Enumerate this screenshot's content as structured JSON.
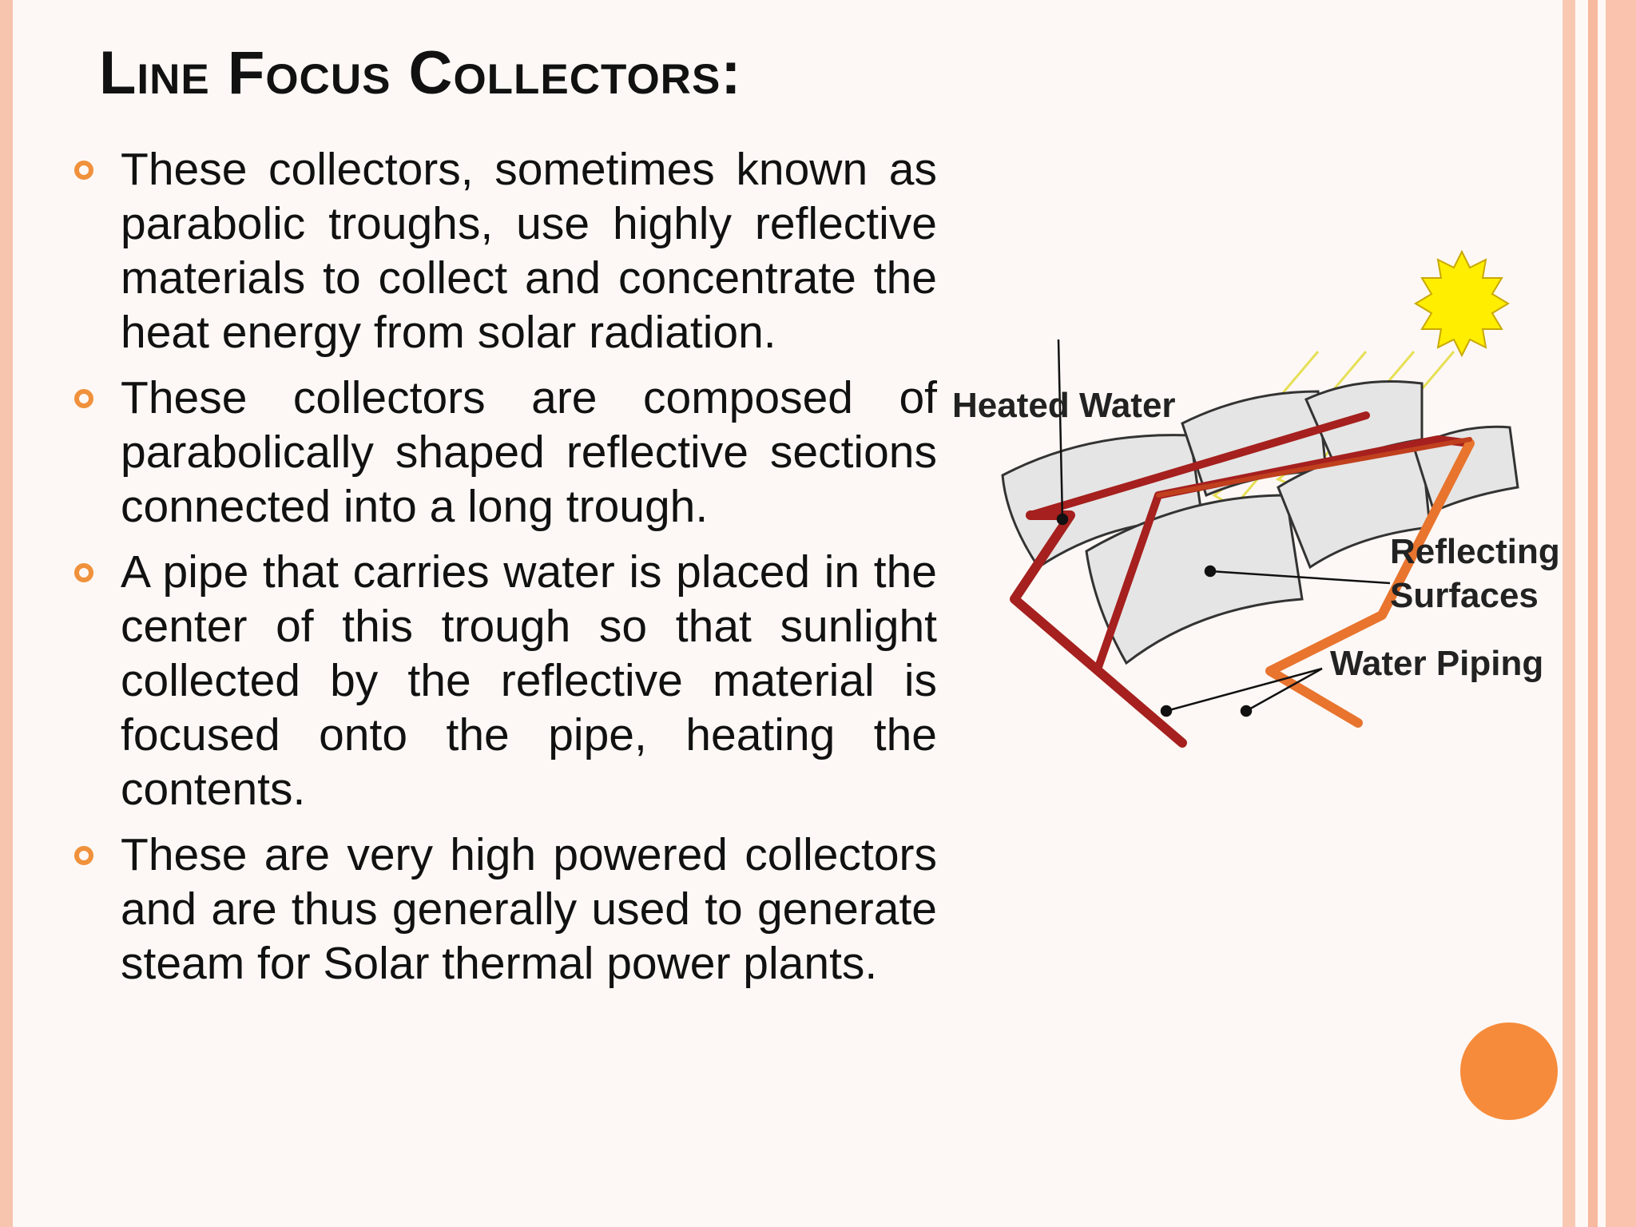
{
  "slide": {
    "title": "Line Focus Collectors:",
    "bullets": [
      "These collectors, sometimes known as parabolic troughs, use highly reflective materials to collect and concentrate the heat energy from solar radiation.",
      "These collectors are composed of parabolically shaped reflective sections connected into a long trough.",
      "A pipe that carries water is placed in the center of this trough so that sunlight collected by the reflective material is focused onto the pipe, heating the contents.",
      "These are very high powered collectors and are thus generally used to generate steam for Solar thermal power plants."
    ]
  },
  "diagram": {
    "labels": {
      "heated_water": "Heated Water",
      "reflecting_line1": "Reflecting",
      "reflecting_line2": "Surfaces",
      "water_piping": "Water Piping"
    }
  },
  "colors": {
    "accent": "#f68b3b",
    "bullet": "#f0913c",
    "stripe": "#f7c4ad",
    "hot_pipe": "#a5201e",
    "cold_pipe": "#e8742e",
    "sun": "#ffee00"
  }
}
